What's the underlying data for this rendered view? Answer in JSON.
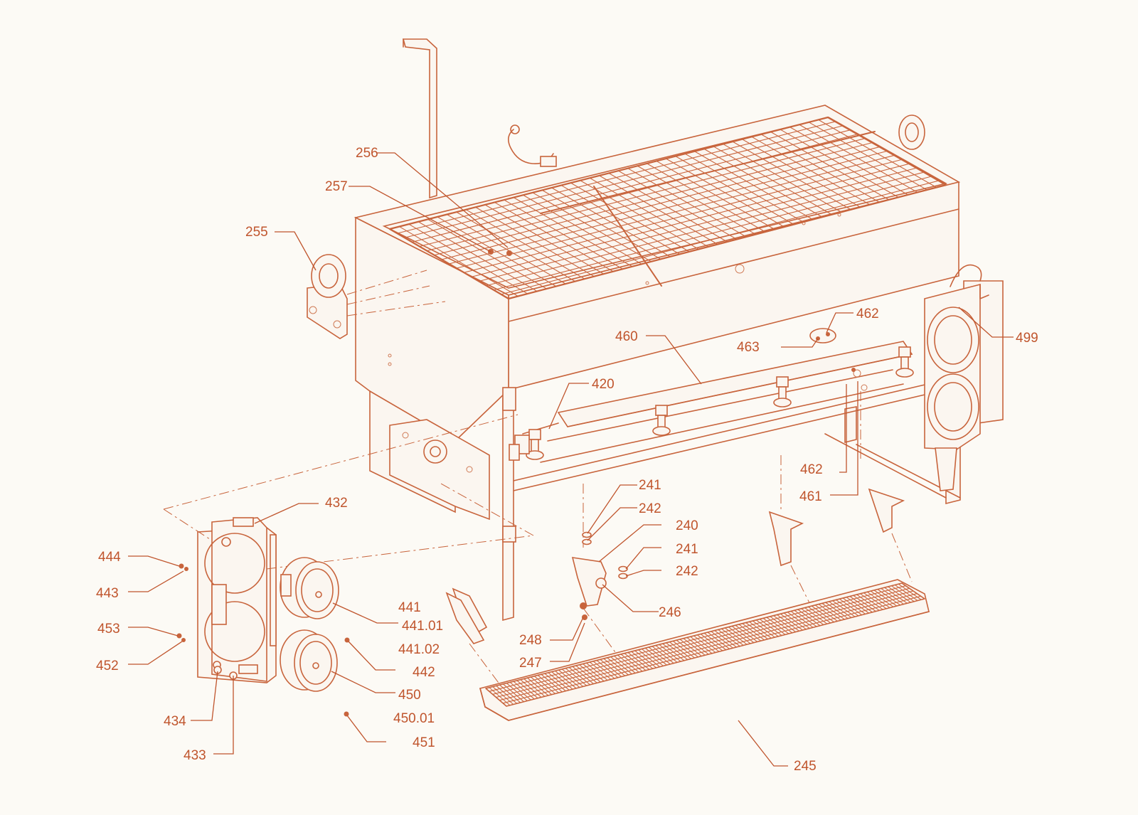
{
  "colors": {
    "background": "#fcfaf5",
    "line": "#c8643c",
    "label": "#c0552d"
  },
  "labels": [
    {
      "id": "p256",
      "text": "256"
    },
    {
      "id": "p257",
      "text": "257"
    },
    {
      "id": "p255",
      "text": "255"
    },
    {
      "id": "p462a",
      "text": "462"
    },
    {
      "id": "p460",
      "text": "460"
    },
    {
      "id": "p463",
      "text": "463"
    },
    {
      "id": "p499",
      "text": "499"
    },
    {
      "id": "p420",
      "text": "420"
    },
    {
      "id": "p462b",
      "text": "462"
    },
    {
      "id": "p461",
      "text": "461"
    },
    {
      "id": "p241a",
      "text": "241"
    },
    {
      "id": "p242a",
      "text": "242"
    },
    {
      "id": "p240",
      "text": "240"
    },
    {
      "id": "p241b",
      "text": "241"
    },
    {
      "id": "p242b",
      "text": "242"
    },
    {
      "id": "p246",
      "text": "246"
    },
    {
      "id": "p248",
      "text": "248"
    },
    {
      "id": "p247",
      "text": "247"
    },
    {
      "id": "p432",
      "text": "432"
    },
    {
      "id": "p444",
      "text": "444"
    },
    {
      "id": "p443",
      "text": "443"
    },
    {
      "id": "p453",
      "text": "453"
    },
    {
      "id": "p452",
      "text": "452"
    },
    {
      "id": "p441",
      "text": "441"
    },
    {
      "id": "p44101",
      "text": "441.01"
    },
    {
      "id": "p44102",
      "text": "441.02"
    },
    {
      "id": "p442",
      "text": "442"
    },
    {
      "id": "p450",
      "text": "450"
    },
    {
      "id": "p45001",
      "text": "450.01"
    },
    {
      "id": "p451",
      "text": "451"
    },
    {
      "id": "p434",
      "text": "434"
    },
    {
      "id": "p433",
      "text": "433"
    },
    {
      "id": "p245",
      "text": "245"
    }
  ]
}
